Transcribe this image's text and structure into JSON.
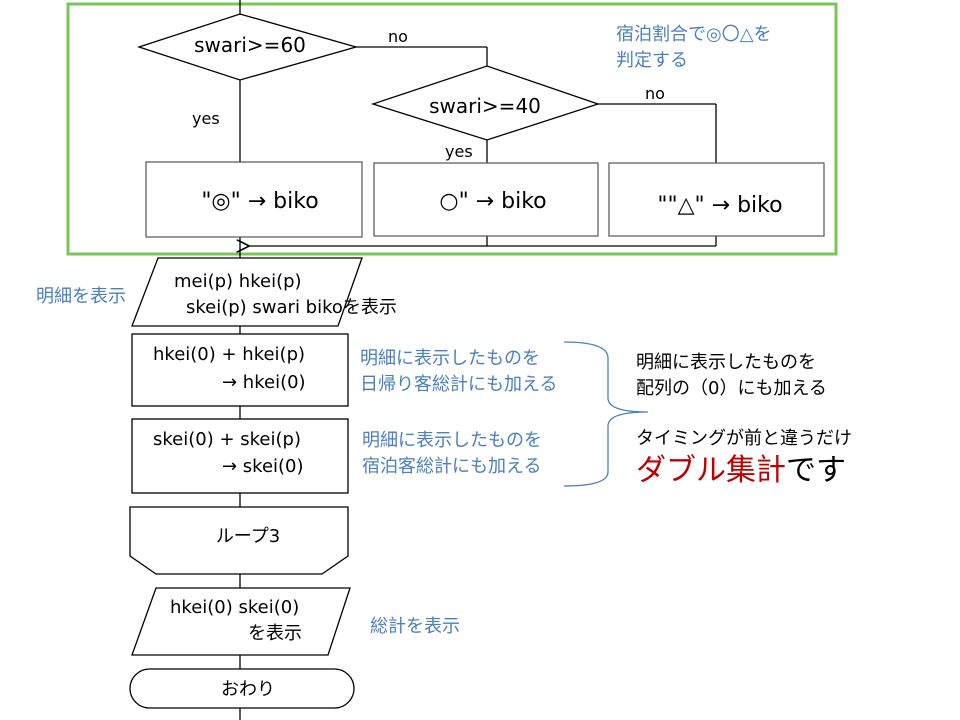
{
  "decisions": {
    "d1_label": "swari>=60",
    "d2_label": "swari>=40",
    "d1_no": "no",
    "d1_yes": "yes",
    "d2_no": "no",
    "d2_yes": "yes"
  },
  "process": {
    "p1": "\"◎\" → biko",
    "p2": "○\" → biko",
    "p3": "\"\"△\" → biko"
  },
  "io1": {
    "line1": "mei(p)   hkei(p)",
    "line2": "skei(p)  swari   bikoを表示"
  },
  "calc1": {
    "line1": "hkei(0) + hkei(p)",
    "line2": "→   hkei(0)"
  },
  "calc2": {
    "line1": "skei(0) + skei(p)",
    "line2": "→ skei(0)"
  },
  "loop_end": "ループ3",
  "io2": {
    "line1": "hkei(0) skei(0)",
    "line2": "を表示"
  },
  "terminal": "おわり",
  "notes": {
    "judge_line1": "宿泊割合で◎〇△を",
    "judge_line2": "判定する",
    "show_detail": "明細を表示",
    "add_day_line1": "明細に表示したものを",
    "add_day_line2": "日帰り客総計にも加える",
    "add_stay_line1": "明細に表示したものを",
    "add_stay_line2": "宿泊客総計にも加える",
    "show_total": "総計を表示",
    "right_line1": "明細に表示したものを",
    "right_line2": "配列の（0）にも加える",
    "right_line3": "タイミングが前と違うだけ",
    "right_emph": "ダブル集計",
    "right_tail": "です"
  },
  "colors": {
    "frame": "#7cc45a",
    "note": "#4a7fc0",
    "emph": "#c00000"
  }
}
